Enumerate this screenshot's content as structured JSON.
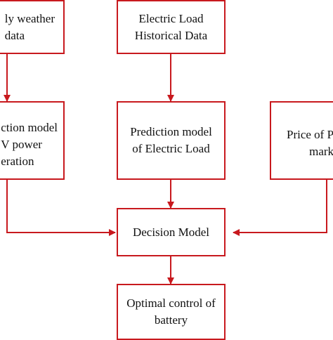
{
  "diagram": {
    "accent_color": "#c8191e",
    "nodes": {
      "weather": {
        "lines": [
          "ly weather",
          "data"
        ]
      },
      "load_data": {
        "lines": [
          "Electric Load",
          "Historical Data"
        ]
      },
      "pv_model": {
        "lines": [
          "ction model",
          "V power",
          "eration"
        ]
      },
      "load_model": {
        "lines": [
          "Prediction model",
          "of Electric Load"
        ]
      },
      "price": {
        "lines": [
          "Price of P",
          "mark"
        ]
      },
      "decision": {
        "lines": [
          "Decision Model"
        ]
      },
      "battery": {
        "lines": [
          "Optimal control of",
          "battery"
        ]
      }
    },
    "edges": [
      {
        "from": "weather",
        "to": "pv_model"
      },
      {
        "from": "load_data",
        "to": "load_model"
      },
      {
        "from": "pv_model",
        "to": "decision"
      },
      {
        "from": "load_model",
        "to": "decision"
      },
      {
        "from": "price",
        "to": "decision"
      },
      {
        "from": "decision",
        "to": "battery"
      }
    ]
  }
}
